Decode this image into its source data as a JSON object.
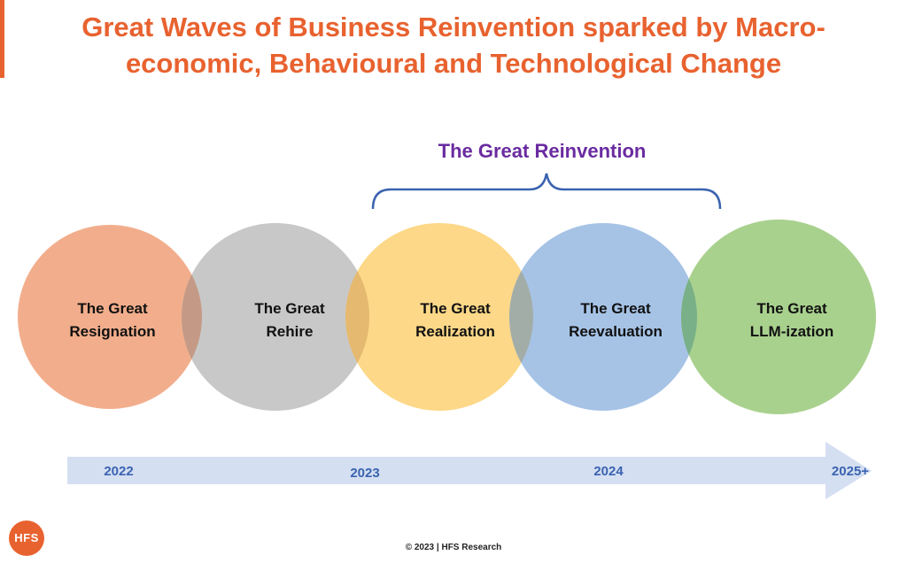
{
  "title": {
    "line1": "Great Waves of Business Reinvention sparked by Macro-",
    "line2": "economic, Behavioural and Technological Change"
  },
  "bracket": {
    "label": "The Great Reinvention"
  },
  "waves": [
    {
      "line1": "The Great",
      "line2": "Resignation"
    },
    {
      "line1": "The Great",
      "line2": "Rehire"
    },
    {
      "line1": "The Great",
      "line2": "Realization"
    },
    {
      "line1": "The Great",
      "line2": "Reevaluation"
    },
    {
      "line1": "The Great",
      "line2": "LLM-ization"
    }
  ],
  "timeline": {
    "years": [
      "2022",
      "2023",
      "2024",
      "2025+"
    ]
  },
  "logo": {
    "text": "HFS"
  },
  "footer": {
    "copyright": "© 2023 | HFS Research"
  },
  "colors": {
    "title": "#E8622F",
    "accent_bar": "#E8622F",
    "bracket": "#3A63B0",
    "bracket_label": "#6A2BA0",
    "year_text": "#3A63B0",
    "timeline_arrow": "#D5DFF2",
    "wave_text": "#111111",
    "logo": "#E8622F",
    "waves": [
      "#F2AE8C",
      "#C8C8C8",
      "#FDD888",
      "#A6C3E6",
      "#A9D18E"
    ],
    "overlaps": [
      "#C49A86",
      "#E5B970",
      "#A3ADA8",
      "#79B087"
    ]
  }
}
